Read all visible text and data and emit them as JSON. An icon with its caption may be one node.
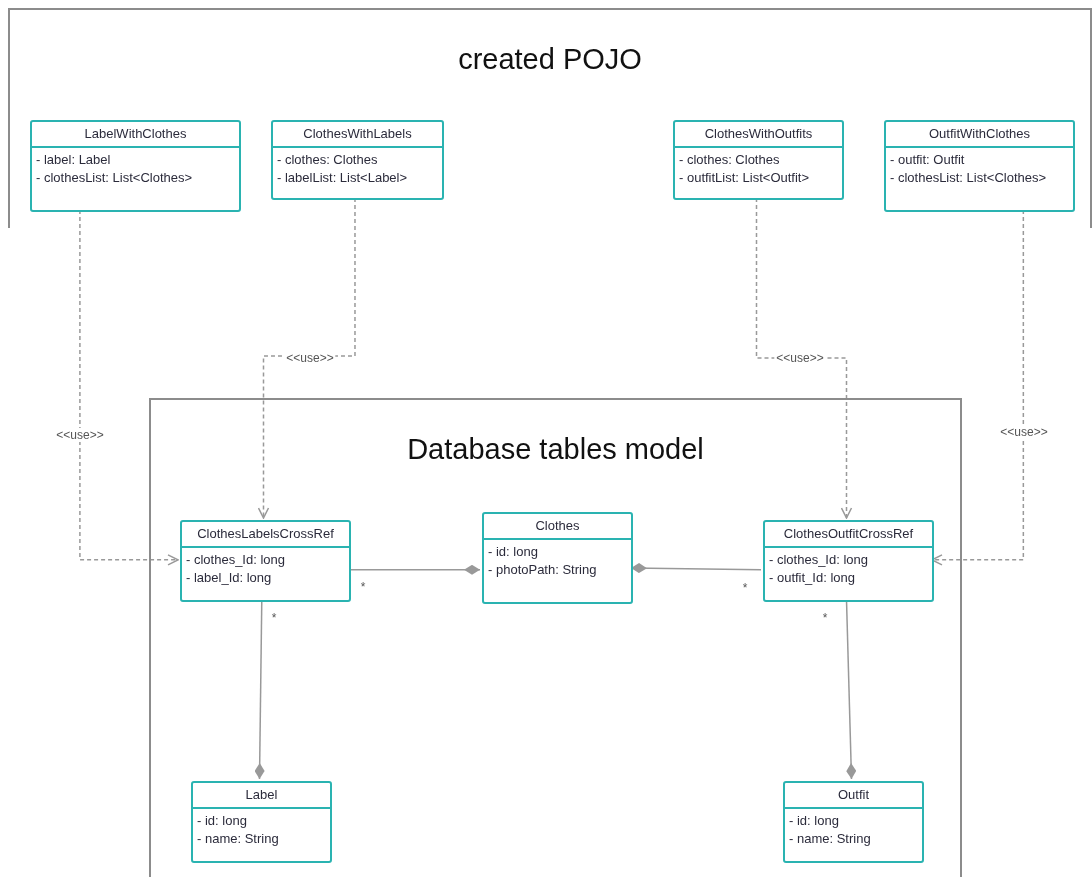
{
  "diagram": {
    "nodes": [
      {
        "text": [
          "created POJO"
        ]
      },
      {
        "text": [
          "LabelWithClothes",
          "- label: Label",
          "- clothesList: List<Clothes>"
        ],
        "in": 0
      },
      {
        "text": [
          "ClothesWithLabels",
          "- clothes: Clothes",
          "- labelList: List<Label>"
        ],
        "in": 0
      },
      {
        "text": [
          "ClothesWithOutfits",
          "- clothes: Clothes",
          "- outfitList: List<Outfit>"
        ],
        "in": 0
      },
      {
        "text": [
          "OutfitWithClothes",
          "- outfit: Outfit",
          "- clothesList: List<Clothes>"
        ],
        "in": 0
      },
      {
        "text": [
          "Database tables model"
        ]
      },
      {
        "text": [
          "ClothesLabelsCrossRef",
          "- clothes_Id: long",
          "- label_Id: long"
        ],
        "in": 5
      },
      {
        "text": [
          "Clothes",
          "- id: long",
          "- photoPath: String"
        ],
        "in": 5
      },
      {
        "text": [
          "ClothesOutfitCrossRef",
          "- clothes_Id: long",
          "- outfit_Id: long"
        ],
        "in": 5
      },
      {
        "text": [
          "Label",
          "- id: long",
          "- name: String"
        ],
        "in": 5
      },
      {
        "text": [
          "Outfit",
          "- id: long",
          "- name: String"
        ],
        "in": 5
      }
    ],
    "edges": [
      {
        "from": 1,
        "to": 6,
        "arrow": "to",
        "label": "<<use>>",
        "style": "dashed"
      },
      {
        "from": 2,
        "to": 6,
        "arrow": "to",
        "label": "<<use>>",
        "style": "dashed"
      },
      {
        "from": 3,
        "to": 8,
        "arrow": "to",
        "label": "<<use>>",
        "style": "dashed"
      },
      {
        "from": 4,
        "to": 8,
        "arrow": "to",
        "label": "<<use>>",
        "style": "dashed"
      },
      {
        "from": 6,
        "to": 7,
        "arrow": "other",
        "label": "*"
      },
      {
        "from": 6,
        "to": 9,
        "arrow": "other",
        "label": "*"
      },
      {
        "from": 8,
        "to": 7,
        "arrow": "other",
        "label": "*"
      },
      {
        "from": 8,
        "to": 10,
        "arrow": "other",
        "label": "*"
      }
    ]
  }
}
